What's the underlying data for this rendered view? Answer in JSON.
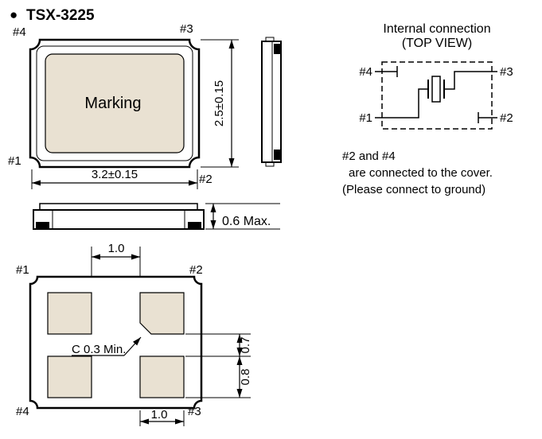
{
  "colors": {
    "tan": "#e9e1d2",
    "line": "#000000"
  },
  "header": {
    "bullet": "●",
    "title": "TSX-3225"
  },
  "top_view": {
    "marking_label": "Marking",
    "pin_top_left": "#4",
    "pin_top_right": "#3",
    "pin_bottom_left": "#1",
    "pin_bottom_right": "#2",
    "width_dim": "3.2±0.15",
    "height_dim": "2.5±0.15"
  },
  "front_view": {
    "height_dim": "0.6 Max."
  },
  "internal_connection": {
    "title": "Internal connection",
    "subtitle": "(TOP VIEW)",
    "pin_top_left": "#4",
    "pin_top_right": "#3",
    "pin_bottom_left": "#1",
    "pin_bottom_right": "#2",
    "note_line1": "#2 and #4",
    "note_line2": "are connected to the cover.",
    "note_line3": "(Please connect to ground)"
  },
  "bottom_view": {
    "pin_top_left": "#1",
    "pin_top_right": "#2",
    "pin_bottom_left": "#4",
    "pin_bottom_right": "#3",
    "pad_gap_dim_top": "1.0",
    "pad_width_dim_bottom": "1.0",
    "pad_gap_dim_right": "0.7",
    "pad_height_dim_right": "0.8",
    "chamfer_note": "C 0.3 Min."
  }
}
